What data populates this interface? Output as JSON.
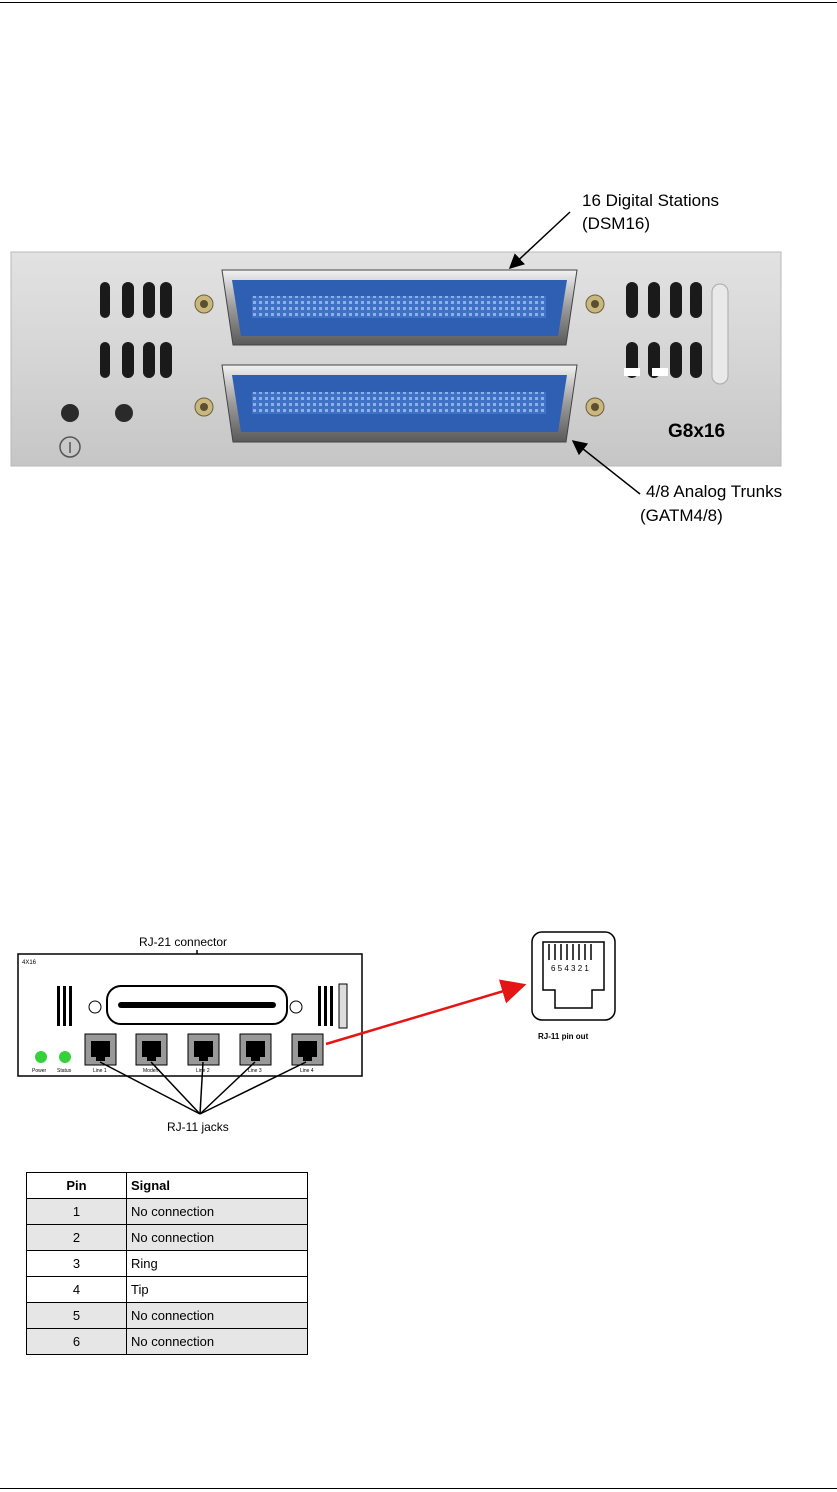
{
  "figure1": {
    "top_label_line1": "16 Digital Stations",
    "top_label_line2": "(DSM16)",
    "bottom_label_line1": "4/8 Analog Trunks",
    "bottom_label_line2": "(GATM4/8)",
    "model_label": "G8x16"
  },
  "figure2": {
    "connector_label": "RJ-21 connector",
    "jacks_label": "RJ-11 jacks",
    "pinout_label": "RJ-11 pin out",
    "pinout_numbers": "6 5 4 3 2 1",
    "card_id": "4X16",
    "led_labels": [
      "Power",
      "Status"
    ],
    "jack_labels": [
      "Line 1",
      "Modem",
      "Line 2",
      "Line 3",
      "Line 4"
    ]
  },
  "pin_table": {
    "headers": [
      "Pin",
      "Signal"
    ],
    "rows": [
      {
        "pin": "1",
        "signal": "No connection"
      },
      {
        "pin": "2",
        "signal": "No connection"
      },
      {
        "pin": "3",
        "signal": "Ring"
      },
      {
        "pin": "4",
        "signal": "Tip"
      },
      {
        "pin": "5",
        "signal": "No connection"
      },
      {
        "pin": "6",
        "signal": "No connection"
      }
    ]
  },
  "colors": {
    "connector_blue": "#3d6fc0",
    "panel_gray": "#d4d4d4",
    "led_green": "#36d13a",
    "arrow_red": "#e41515",
    "table_shade": "#e6e6e6"
  }
}
